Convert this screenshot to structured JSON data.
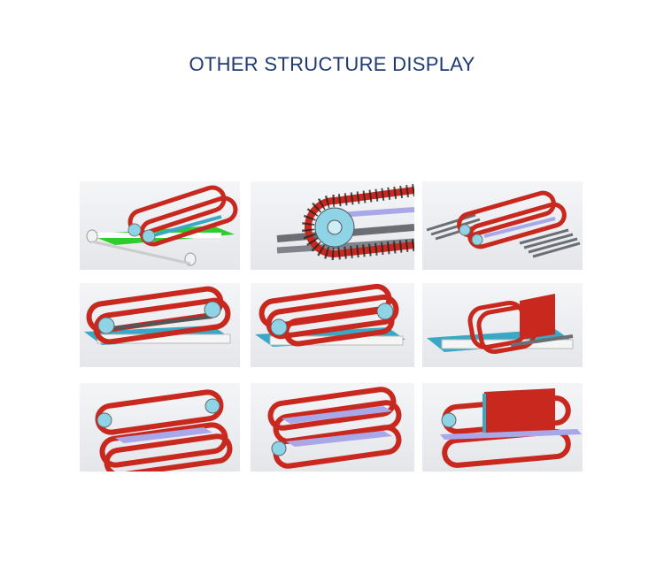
{
  "header": {
    "title": "OTHER STRUCTURE DISPLAY"
  },
  "gallery": {
    "images": [
      {
        "name": "belt-over-green-conveyor"
      },
      {
        "name": "closeup-brush-track"
      },
      {
        "name": "track-over-roller-bed"
      },
      {
        "name": "double-track-on-blue-frame"
      },
      {
        "name": "triple-track-on-blue-frame"
      },
      {
        "name": "track-with-red-pusher-plate"
      },
      {
        "name": "stacked-double-tracks"
      },
      {
        "name": "stacked-tracks-purple-belts"
      },
      {
        "name": "stacked-tracks-red-panel"
      }
    ]
  },
  "colors": {
    "title": "#1f3a73",
    "belt_red": "#c8281e",
    "pulley_blue": "#8fd3e6",
    "green_belt": "#2ecc2e",
    "frame_blue": "#3aa8c4",
    "roller_gray": "#6b6e72",
    "purple_belt": "#a8a8e8"
  }
}
